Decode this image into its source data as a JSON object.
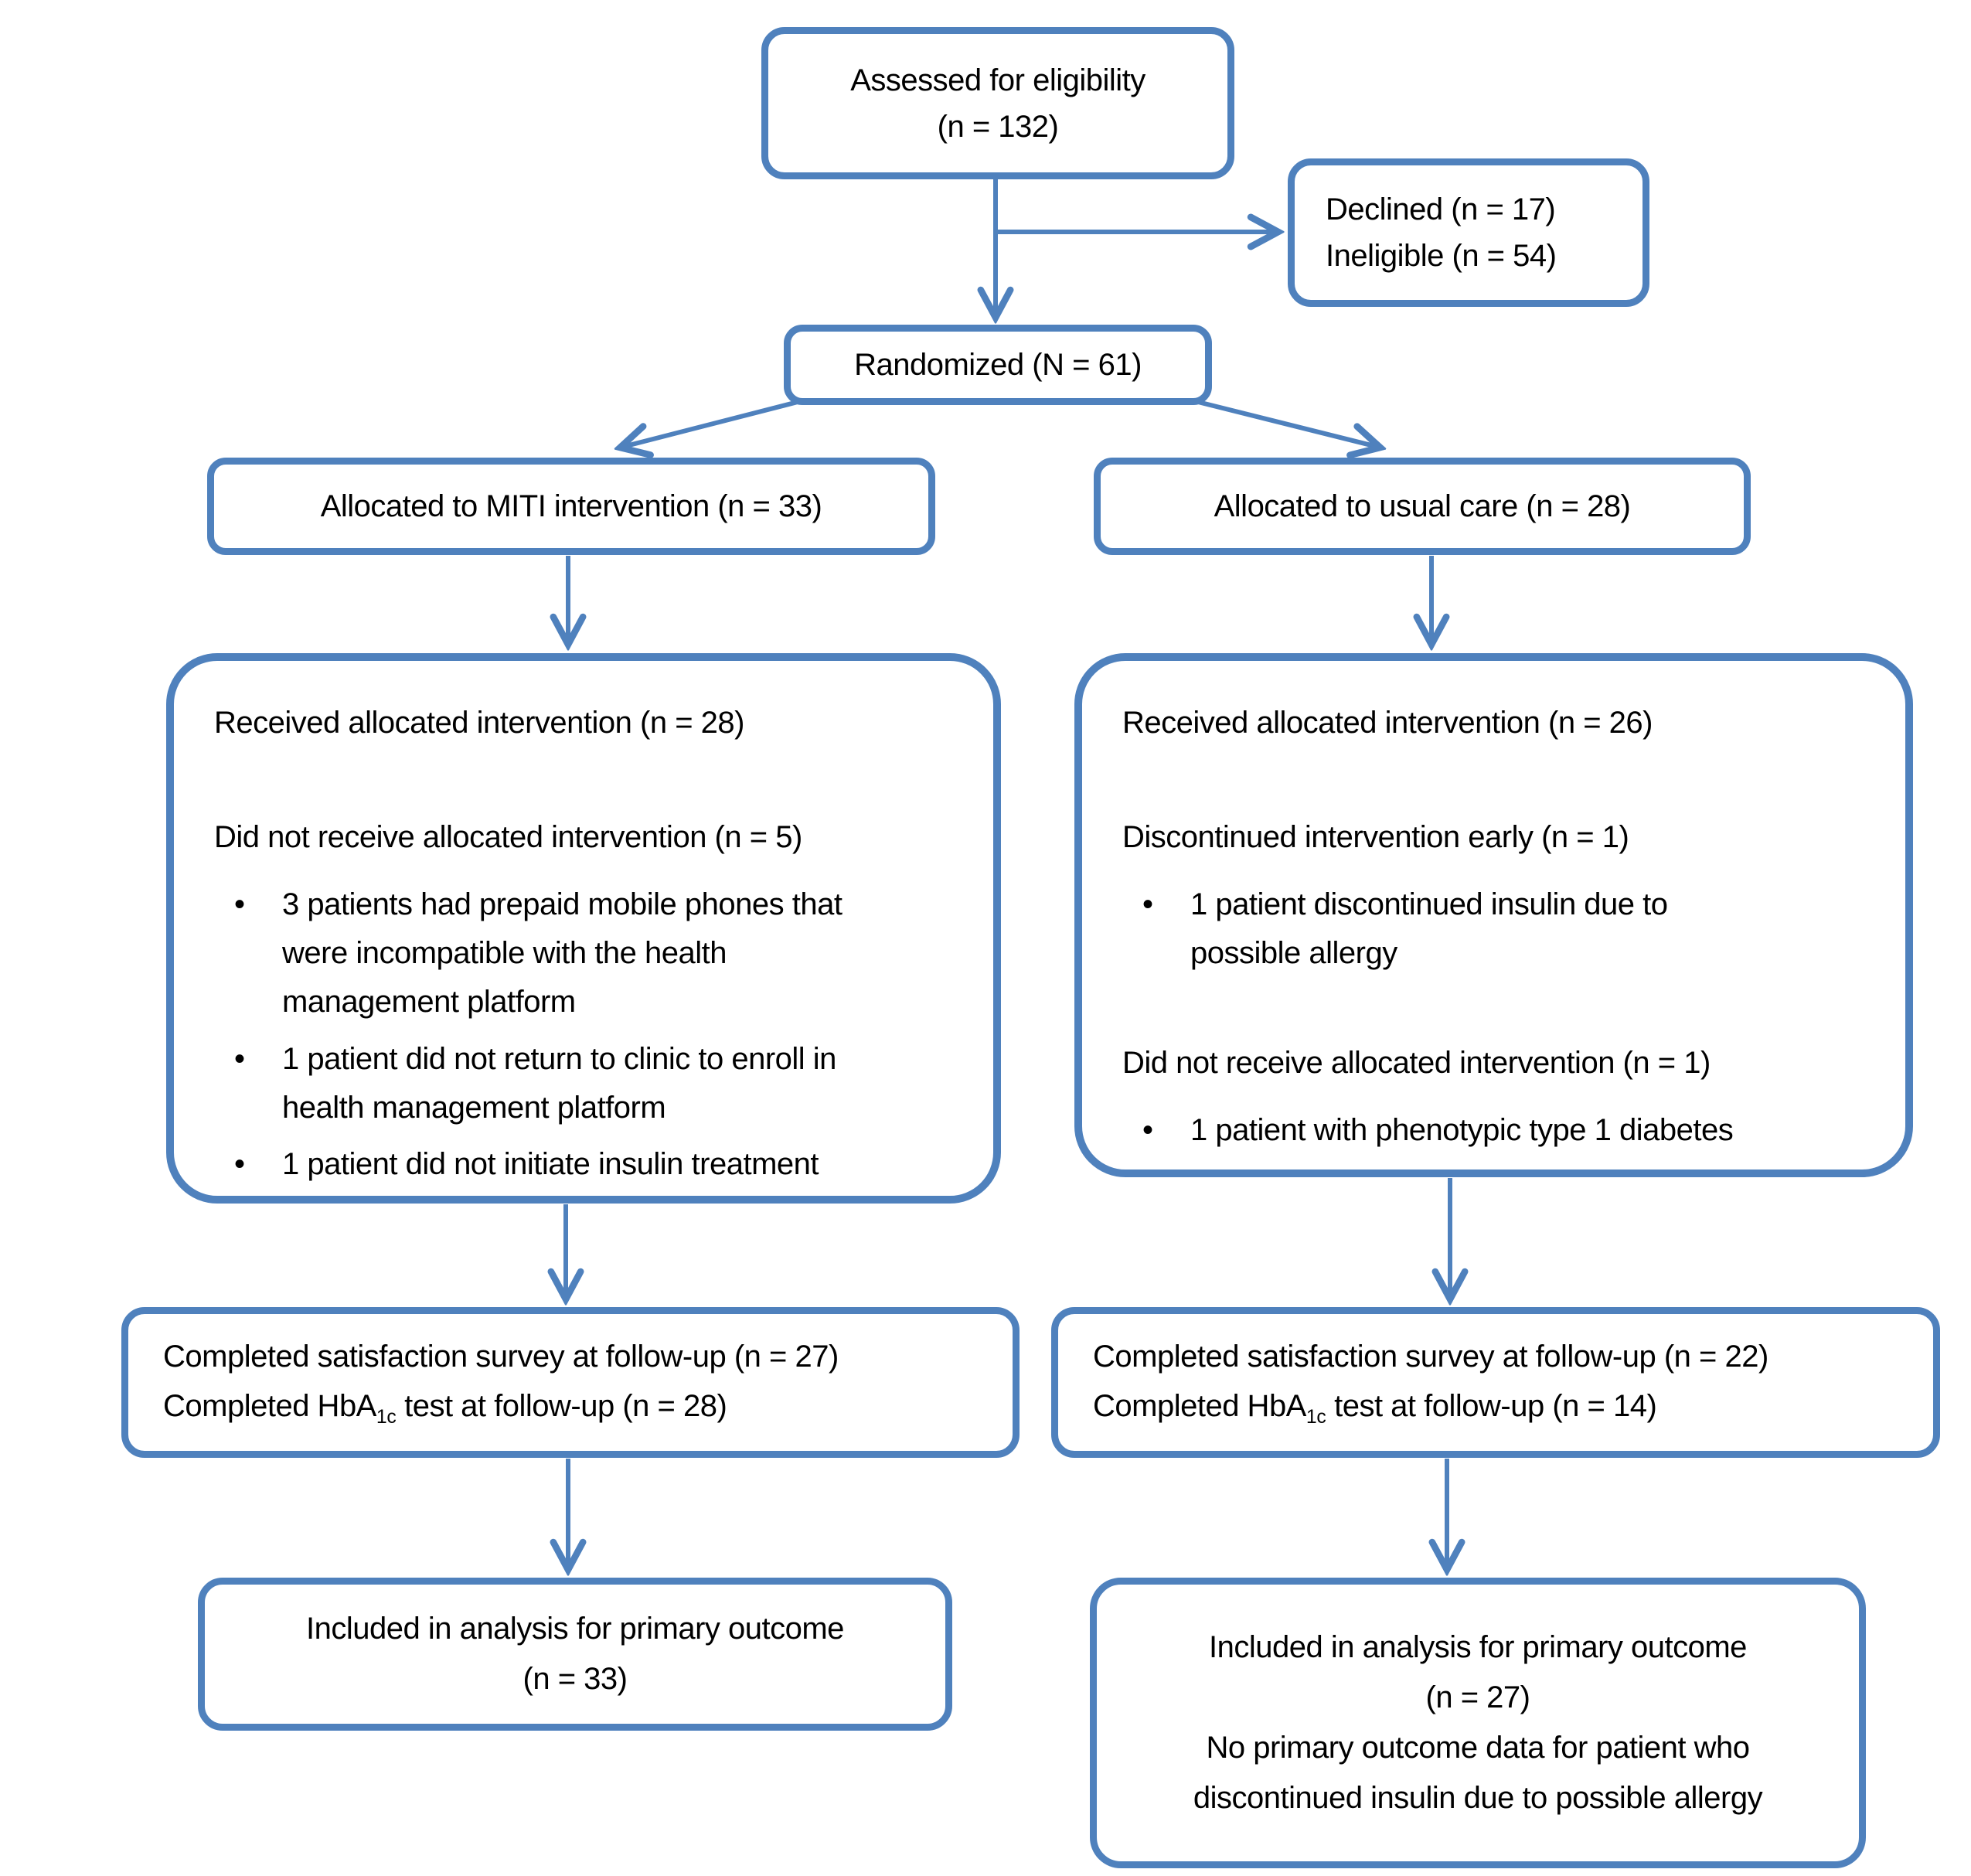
{
  "diagram": {
    "accent_color": "#4F81BD",
    "text_color": "#000000",
    "boxes": {
      "assessed": {
        "line1": "Assessed for eligibility",
        "line2": "(n = 132)"
      },
      "declined": {
        "line1": "Declined (n = 17)",
        "line2": "Ineligible (n = 54)"
      },
      "randomized": {
        "label": "Randomized (N = 61)"
      },
      "alloc_miti": {
        "label": "Allocated to MITI intervention (n = 33)"
      },
      "alloc_usual": {
        "label": "Allocated to usual care (n = 28)"
      },
      "received_miti": {
        "line1": "Received allocated intervention (n = 28)",
        "line2": "Did not receive allocated intervention (n = 5)",
        "bullets": [
          "3 patients had prepaid mobile phones that\nwere incompatible with the health\nmanagement platform",
          "1 patient did not return to clinic to enroll in\nhealth management platform",
          "1 patient did not initiate insulin treatment"
        ]
      },
      "received_usual": {
        "line1": "Received allocated intervention (n = 26)",
        "line2": "Discontinued intervention early (n = 1)",
        "bullets2": [
          "1 patient discontinued insulin due to\npossible allergy"
        ],
        "line3": "Did not receive allocated intervention (n = 1)",
        "bullets3": [
          "1 patient with phenotypic type 1 diabetes"
        ]
      },
      "followup_miti": {
        "line1": "Completed satisfaction survey at follow-up (n = 27)",
        "line2_pre": "Completed HbA",
        "line2_sub": "1c",
        "line2_post": " test at follow-up (n = 28)"
      },
      "followup_usual": {
        "line1": "Completed satisfaction survey at follow-up (n = 22)",
        "line2_pre": "Completed HbA",
        "line2_sub": "1c",
        "line2_post": " test at follow-up (n = 14)"
      },
      "analysis_miti": {
        "line1": "Included in analysis for primary outcome",
        "line2": "(n = 33)"
      },
      "analysis_usual": {
        "line1": "Included in analysis for primary outcome",
        "line2": "(n = 27)",
        "line3": "No primary outcome data for patient who\ndiscontinued insulin due to possible allergy"
      }
    }
  }
}
